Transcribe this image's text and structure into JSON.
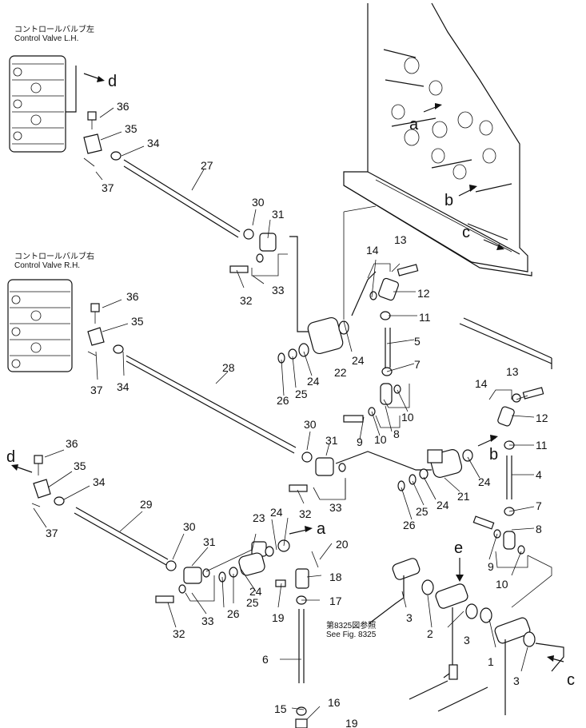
{
  "captions": {
    "lh_jp": "コントロールバルブ左",
    "lh_en": "Control Valve L.H.",
    "rh_jp": "コントロールバルブ右",
    "rh_en": "Control Valve R.H.",
    "see_jp": "第8325図参照",
    "see_en": "See Fig. 8325"
  },
  "part_numbers": {
    "p1": "1",
    "p2": "2",
    "p3a": "3",
    "p3b": "3",
    "p3c": "3",
    "p4": "4",
    "p5": "5",
    "p6": "6",
    "p7a": "7",
    "p7b": "7",
    "p8a": "8",
    "p8b": "8",
    "p9a": "9",
    "p9b": "9",
    "p10a": "10",
    "p10b": "10",
    "p10c": "10",
    "p11a": "11",
    "p11b": "11",
    "p12a": "12",
    "p12b": "12",
    "p13a": "13",
    "p13b": "13",
    "p14a": "14",
    "p14b": "14",
    "p15": "15",
    "p16": "16",
    "p17": "17",
    "p18": "18",
    "p19a": "19",
    "p19b": "19",
    "p20": "20",
    "p21": "21",
    "p22": "22",
    "p23": "23",
    "p24a": "24",
    "p24b": "24",
    "p24c": "24",
    "p24d": "24",
    "p24e": "24",
    "p25a": "25",
    "p25b": "25",
    "p25c": "25",
    "p26a": "26",
    "p26b": "26",
    "p26c": "26",
    "p27": "27",
    "p28": "28",
    "p29": "29",
    "p30a": "30",
    "p30b": "30",
    "p30c": "30",
    "p31a": "31",
    "p31b": "31",
    "p31c": "31",
    "p32a": "32",
    "p32b": "32",
    "p32c": "32",
    "p33a": "33",
    "p33b": "33",
    "p33c": "33",
    "p34a": "34",
    "p34b": "34",
    "p34c": "34",
    "p35a": "35",
    "p35b": "35",
    "p35c": "35",
    "p36a": "36",
    "p36b": "36",
    "p36c": "36",
    "p37a": "37",
    "p37b": "37",
    "p37c": "37"
  },
  "ref_letters": {
    "a1": "a",
    "a2": "a",
    "b1": "b",
    "b2": "b",
    "c1": "c",
    "c2": "c",
    "d1": "d",
    "d2": "d",
    "e": "e"
  }
}
